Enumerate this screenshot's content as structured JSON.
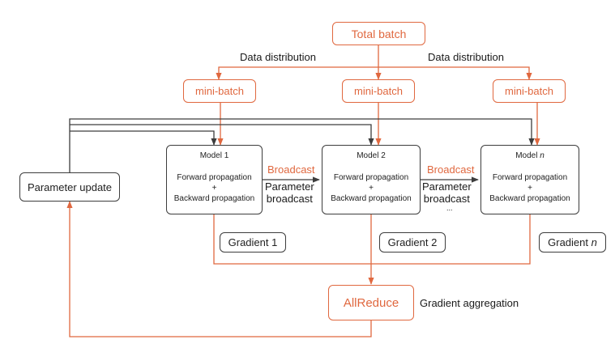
{
  "total_batch": "Total batch",
  "data_distribution_left": "Data distribution",
  "data_distribution_right": "Data distribution",
  "mini_batches": [
    "mini-batch",
    "mini-batch",
    "mini-batch"
  ],
  "models": [
    {
      "title": "Model 1",
      "n": "",
      "forward": "Forward propagation",
      "plus": "+",
      "backward": "Backward propagation"
    },
    {
      "title": "Model 2",
      "n": "",
      "forward": "Forward propagation",
      "plus": "+",
      "backward": "Backward propagation"
    },
    {
      "title": "Model ",
      "n": "n",
      "forward": "Forward propagation",
      "plus": "+",
      "backward": "Backward propagation"
    }
  ],
  "broadcast_1": "Broadcast",
  "broadcast_2": "Broadcast",
  "param_broadcast_1": [
    "Parameter",
    "broadcast"
  ],
  "param_broadcast_2": [
    "Parameter",
    "broadcast"
  ],
  "ellipsis": "...",
  "gradients": [
    {
      "text": "Gradient 1",
      "n": ""
    },
    {
      "text": "Gradient 2",
      "n": ""
    },
    {
      "text": "Gradient ",
      "n": "n"
    }
  ],
  "parameter_update": "Parameter update",
  "allreduce": "AllReduce",
  "gradient_aggregation": "Gradient aggregation",
  "colors": {
    "accent": "#e0683f",
    "dark": "#3d3d3d"
  }
}
